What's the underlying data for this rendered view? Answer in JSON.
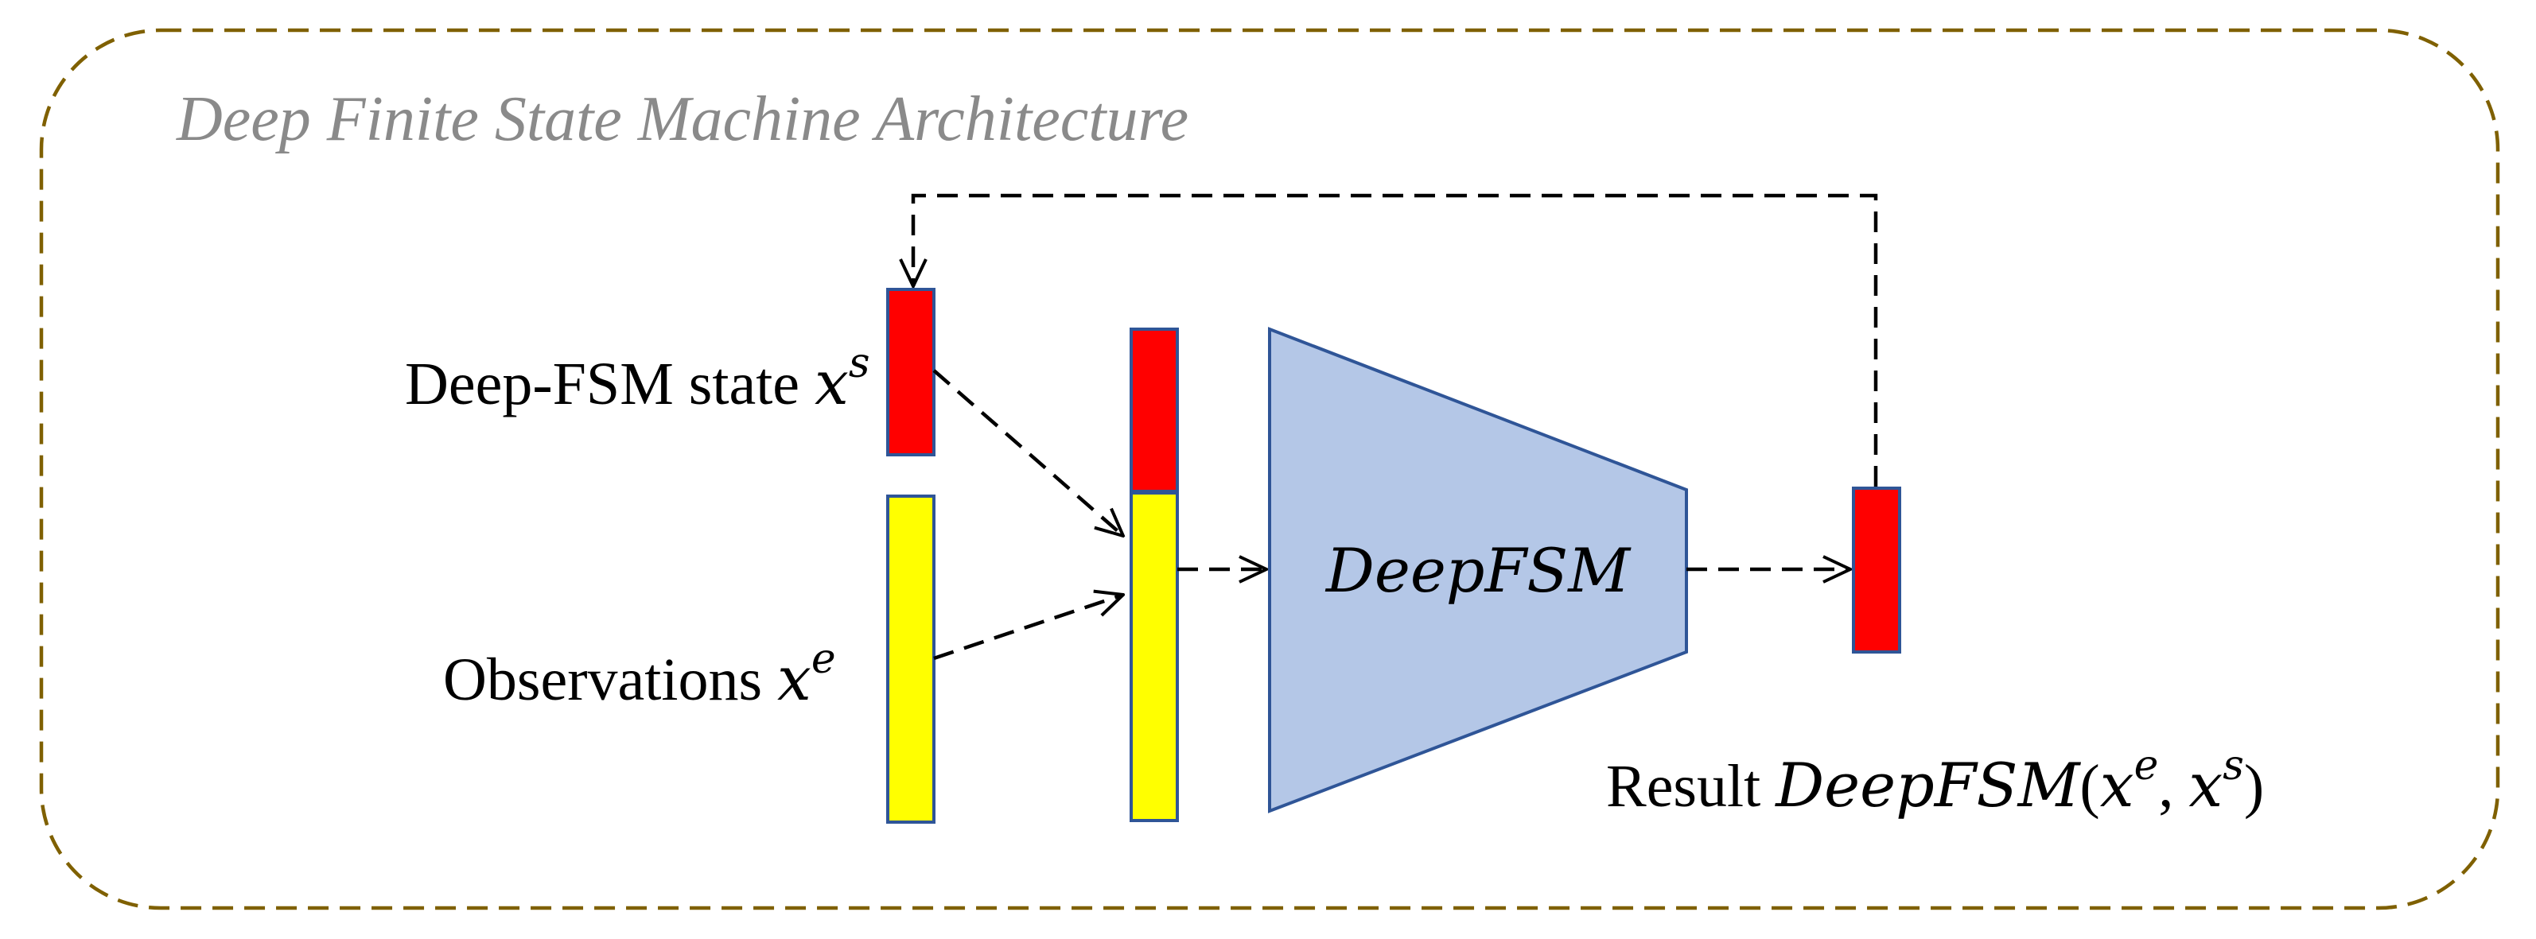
{
  "diagram": {
    "title": "Deep Finite State Machine Architecture",
    "labels": {
      "state": {
        "text": "Deep-FSM state ",
        "var": "x",
        "sup": "s"
      },
      "observations": {
        "text": "Observations ",
        "var": "x",
        "sup": "e"
      },
      "network": "DeepFSM",
      "result": {
        "text": "Result ",
        "fn": "DeepFSM",
        "open": "(",
        "var1": "x",
        "sup1": "e",
        "sep": ", ",
        "var2": "x",
        "sup2": "s",
        "close": ")"
      }
    },
    "colors": {
      "frame_border": "#7f6000",
      "title": "#8a8a8a",
      "state_vector": "#ff0000",
      "observation_vector": "#ffff00",
      "vector_outline": "#2f5597",
      "network_fill": "#b4c7e7",
      "network_outline": "#2f5597",
      "arrow": "#000000"
    }
  }
}
